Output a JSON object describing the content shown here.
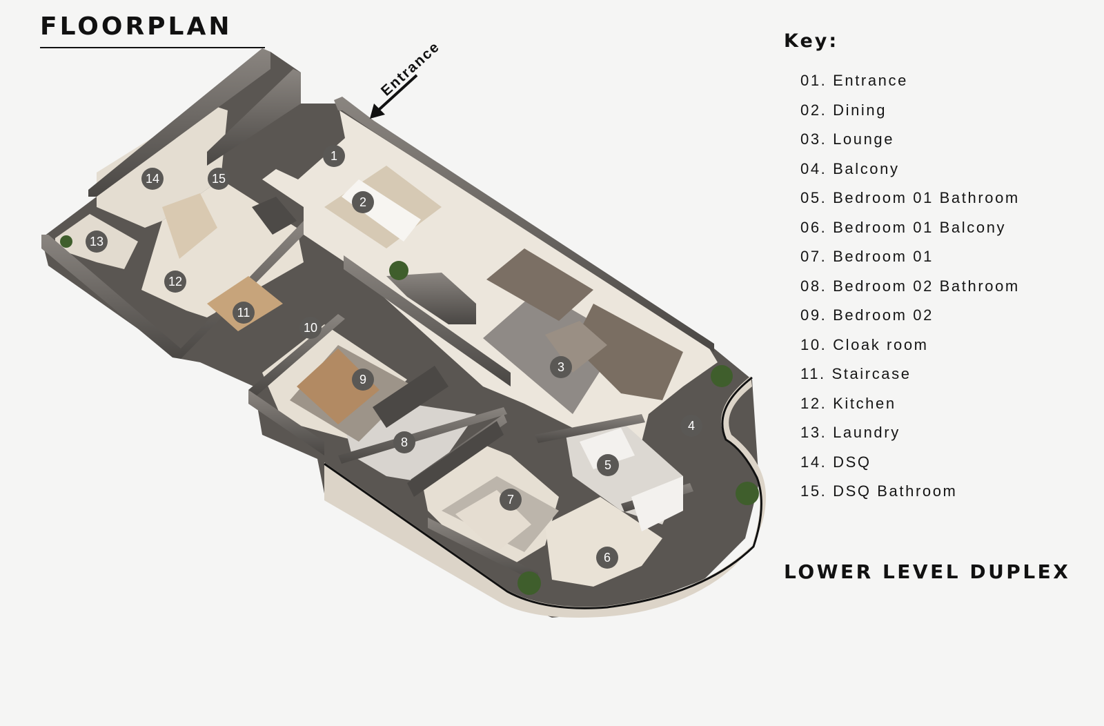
{
  "title": "FLOORPLAN",
  "subtitle": "LOWER LEVEL DUPLEX",
  "entrance_label": "Entrance",
  "key": {
    "title": "Key:",
    "items": [
      "01. Entrance",
      "02. Dining",
      "03. Lounge",
      "04. Balcony",
      "05. Bedroom 01 Bathroom",
      "06. Bedroom 01 Balcony",
      "07. Bedroom 01",
      "08. Bedroom 02 Bathroom",
      "09. Bedroom 02",
      "10. Cloak room",
      "11. Staircase",
      "12. Kitchen",
      "13. Laundry",
      "14. DSQ",
      "15. DSQ Bathroom"
    ]
  },
  "markers": [
    "1",
    "2",
    "3",
    "4",
    "5",
    "6",
    "7",
    "8",
    "9",
    "10",
    "11",
    "12",
    "13",
    "14",
    "15"
  ],
  "colors": {
    "background": "#f5f5f4",
    "floor": "#ece6dc",
    "wall": "#4e4b48",
    "marker": "#5a5855",
    "text": "#111111"
  }
}
